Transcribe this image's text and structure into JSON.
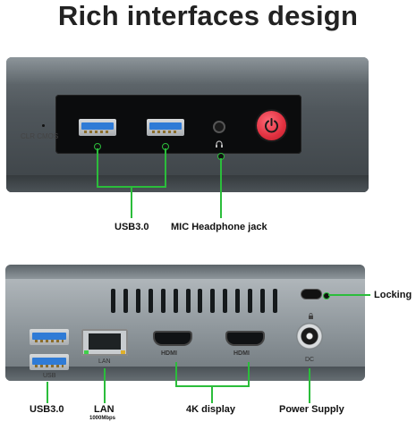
{
  "title": "Rich interfaces design",
  "front": {
    "clr_cmos_label": "CLR CMOS",
    "usb_label": "USB3.0",
    "jack_label": "MIC Headphone jack"
  },
  "back": {
    "usb_port_caption": "USB",
    "lan_port_caption": "LAN",
    "hdmi_caption": "HDMI",
    "dc_caption": "DC",
    "usb_label": "USB3.0",
    "lan_label": "LAN",
    "lan_speed": "1000Mbps",
    "display_label": "4K display",
    "power_label": "Power Supply",
    "locking_label": "Locking"
  },
  "colors": {
    "accent_line": "#2bbd3b",
    "usb_blue": "#2f7bd6",
    "power_red": "#e0303f"
  }
}
